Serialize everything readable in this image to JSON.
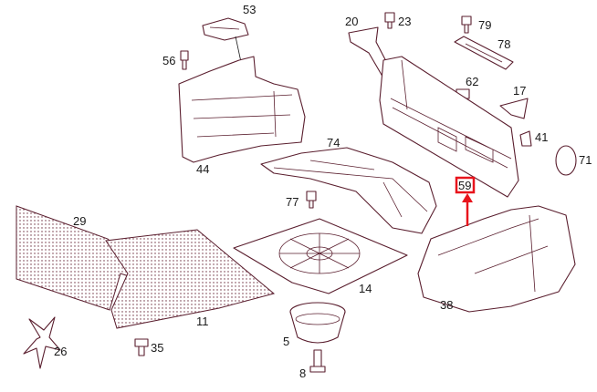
{
  "diagram": {
    "labels": {
      "p53": "53",
      "p56": "56",
      "p44": "44",
      "p20": "20",
      "p23": "23",
      "p79": "79",
      "p78": "78",
      "p62": "62",
      "p17": "17",
      "p41": "41",
      "p71": "71",
      "p74": "74",
      "p59": "59",
      "p77": "77",
      "p29": "29",
      "p14": "14",
      "p38": "38",
      "p11": "11",
      "p5": "5",
      "p35": "35",
      "p26": "26",
      "p8": "8"
    },
    "highlight": {
      "part": "59",
      "color": "#e8141c"
    },
    "line_color": "#5a1e2e"
  }
}
